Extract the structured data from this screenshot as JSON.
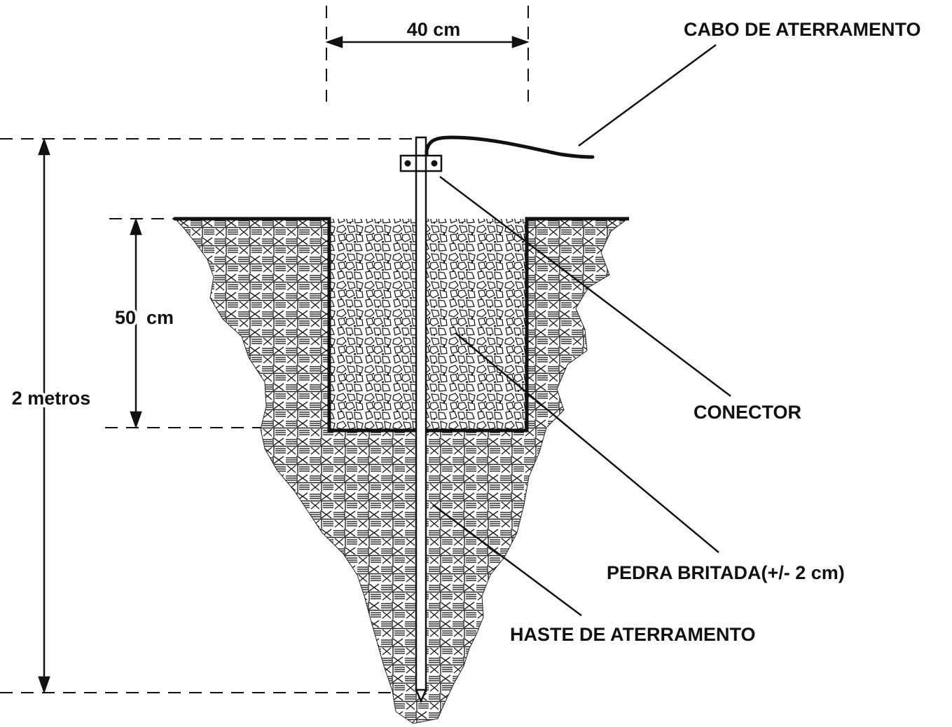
{
  "diagram": {
    "dimensions": {
      "width_label": "40 cm",
      "total_depth_label": "2 metros",
      "pit_depth_label": "50  cm"
    },
    "callouts": {
      "cable": "CABO DE ATERRAMENTO",
      "connector": "CONECTOR",
      "gravel": "PEDRA BRITADA(+/- 2 cm)",
      "rod": "HASTE DE ATERRAMENTO"
    },
    "colors": {
      "ink": "#111111",
      "background": "#ffffff"
    }
  }
}
